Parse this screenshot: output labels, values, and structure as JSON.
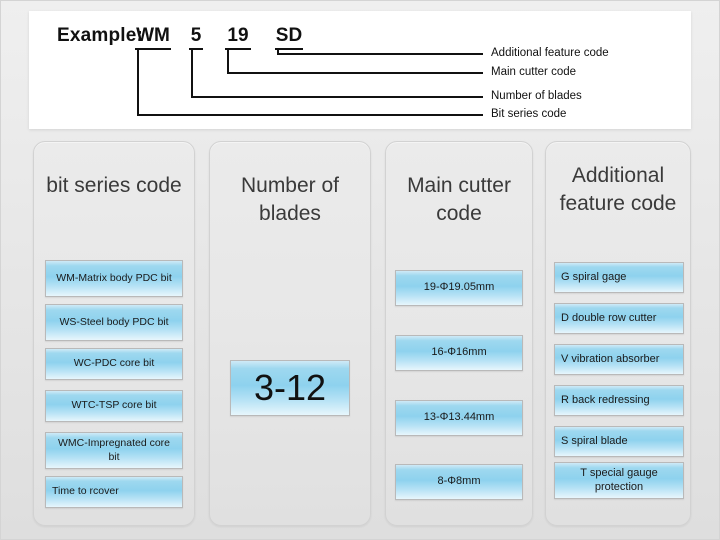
{
  "example": {
    "title": "Example:",
    "tokens": [
      {
        "id": "wm",
        "text": "WM"
      },
      {
        "id": "5",
        "text": "5"
      },
      {
        "id": "19",
        "text": "19"
      },
      {
        "id": "sd",
        "text": "SD"
      }
    ],
    "leader_labels": [
      "Additional feature code",
      "Main cutter code",
      "Number of  blades",
      "Bit series code"
    ]
  },
  "columns": [
    {
      "header": "bit series code",
      "items": [
        "WM-Matrix body PDC bit",
        "WS-Steel body PDC bit",
        "WC-PDC core bit",
        "WTC-TSP core bit",
        "WMC-Impregnated core bit",
        "Time to rcover"
      ]
    },
    {
      "header": "Number of blades",
      "items": [
        "3-12"
      ]
    },
    {
      "header": "Main cutter code",
      "items": [
        "19-Φ19.05mm",
        "16-Φ16mm",
        "13-Φ13.44mm",
        "8-Φ8mm"
      ]
    },
    {
      "header": "Additional feature code",
      "items": [
        "G spiral gage",
        "D  double row cutter",
        "V vibration absorber",
        "R  back redressing",
        "S spiral blade",
        "T  special gauge protection"
      ]
    }
  ],
  "colors": {
    "chip_blue": "#8ed2ee",
    "panel_gray": "#e7e7e7",
    "page_background": "#e6e6e6",
    "line_black": "#111111",
    "panel_white": "#ffffff"
  }
}
